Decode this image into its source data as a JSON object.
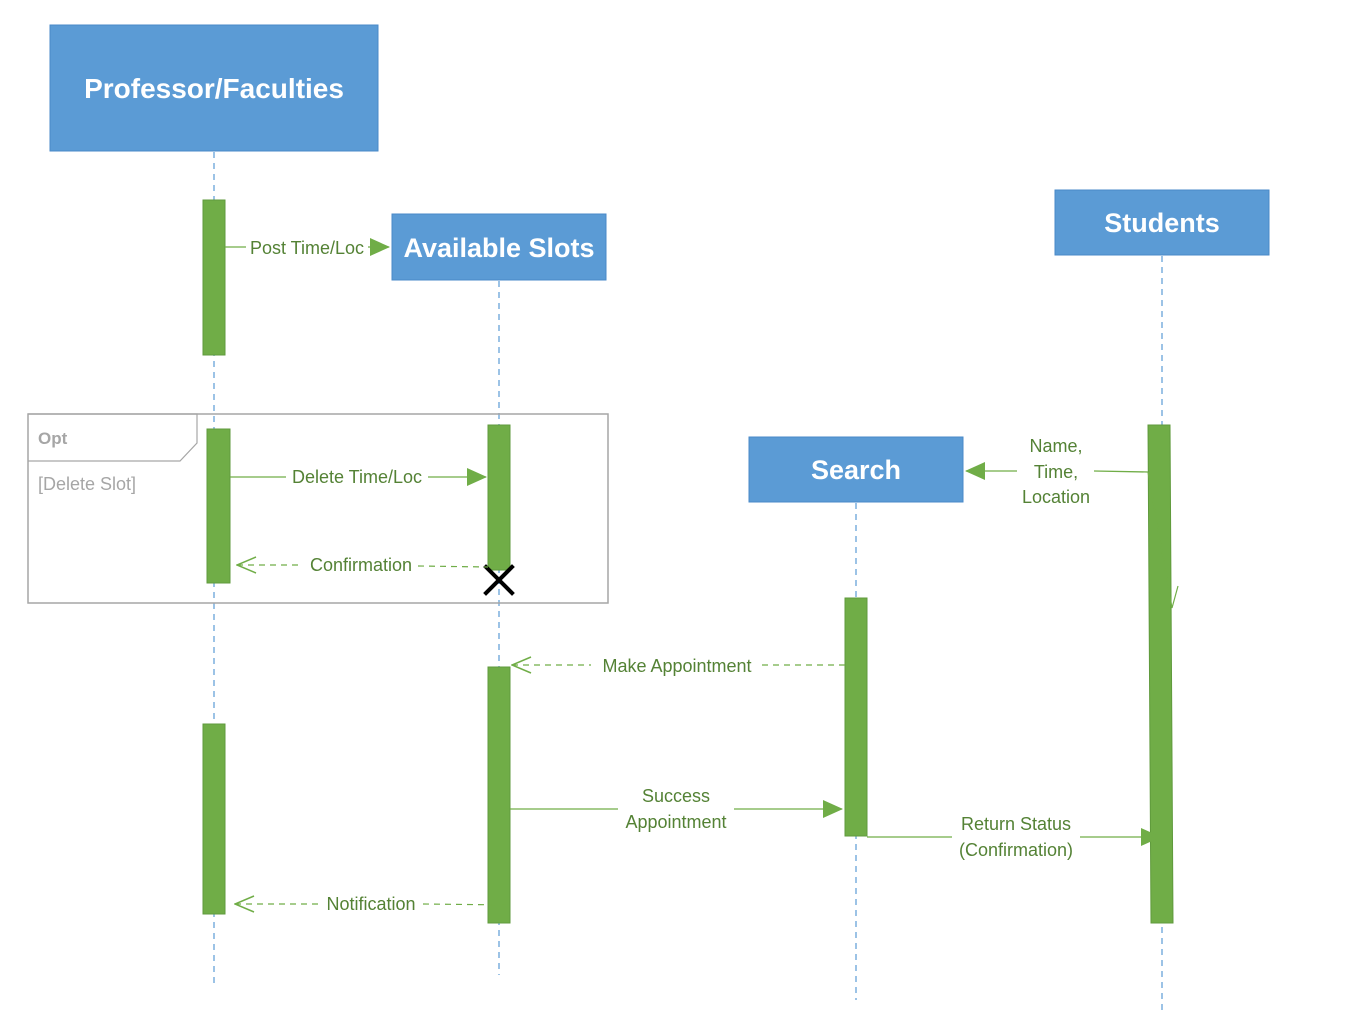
{
  "lifelines": {
    "professor": "Professor/Faculties",
    "slots": "Available Slots",
    "search": "Search",
    "students": "Students"
  },
  "messages": {
    "post": "Post Time/Loc",
    "delete": "Delete Time/Loc",
    "confirmation": "Confirmation",
    "search_params": [
      "Name,",
      "Time,",
      "Location"
    ],
    "make_appointment": "Make Appointment",
    "success": [
      "Success",
      "Appointment"
    ],
    "return_status": [
      "Return Status",
      "(Confirmation)"
    ],
    "notification": "Notification"
  },
  "fragment": {
    "operator": "Opt",
    "guard": "[Delete Slot]"
  },
  "colors": {
    "lifeline_box": "#5b9bd5",
    "activation": "#70ad47",
    "message": "#70ad47",
    "message_text": "#548235",
    "frame": "#a6a6a6"
  }
}
